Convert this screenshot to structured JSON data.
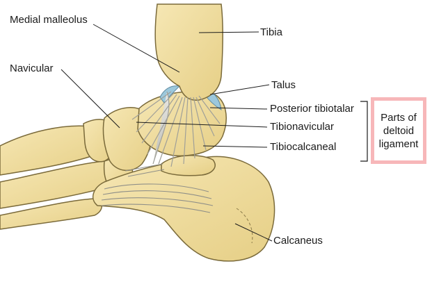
{
  "labels": {
    "medial_malleolus": "Medial malleolus",
    "tibia": "Tibia",
    "navicular": "Navicular",
    "talus": "Talus",
    "posterior_tibiotalar": "Posterior tibiotalar",
    "tibionavicular": "Tibionavicular",
    "tibiocalcaneal": "Tibiocalcaneal",
    "calcaneus": "Calcaneus"
  },
  "callout": {
    "line1": "Parts of",
    "line2": "deltoid",
    "line3": "ligament"
  },
  "colors": {
    "bone": "#f0dc9c",
    "bone_outline": "#7a6a3a",
    "cartilage": "#9cc8dc",
    "ligament": "#d9d9d4",
    "callout_frame": "#f7b7b9"
  }
}
